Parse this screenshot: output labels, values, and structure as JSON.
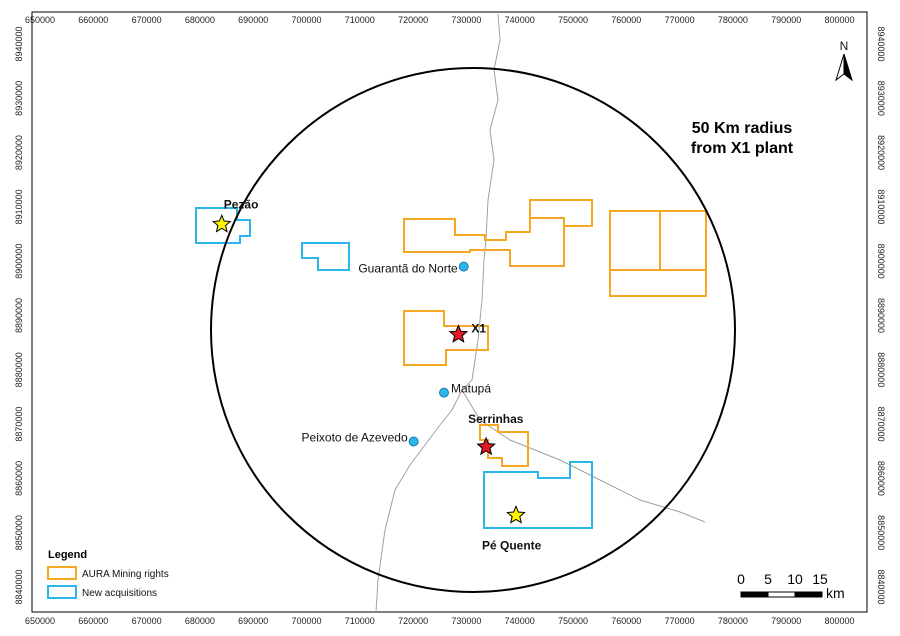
{
  "title_line1": "50 Km radius",
  "title_line2": "from X1 plant",
  "north_label": "N",
  "x_ticks": [
    "650000",
    "660000",
    "670000",
    "680000",
    "690000",
    "700000",
    "710000",
    "720000",
    "730000",
    "740000",
    "750000",
    "760000",
    "770000",
    "780000",
    "790000",
    "800000"
  ],
  "y_ticks": [
    "8940000",
    "8930000",
    "8920000",
    "8910000",
    "8900000",
    "8890000",
    "8880000",
    "8870000",
    "8860000",
    "8850000",
    "8840000"
  ],
  "towns": [
    {
      "name": "Guarantã do Norte",
      "x": 729500,
      "y": 8899000
    },
    {
      "name": "Matupá",
      "x": 725800,
      "y": 8875800
    },
    {
      "name": "Peixoto de Azevedo",
      "x": 720100,
      "y": 8866800
    }
  ],
  "plant": {
    "name": "X1",
    "x": 728500,
    "y": 8886500
  },
  "projects": [
    {
      "name": "Serrinhas",
      "x": 733700,
      "y": 8865800,
      "marker": "red-star"
    },
    {
      "name": "Pezão",
      "x": 684100,
      "y": 8906800,
      "marker": "yellow-star"
    },
    {
      "name": "Pé Quente",
      "x": 739300,
      "y": 8853200,
      "marker": "yellow-star"
    }
  ],
  "legend": {
    "title": "Legend",
    "items": [
      {
        "label": "AURA Mining rights",
        "color": "#f7a823"
      },
      {
        "label": "New acquisitions",
        "color": "#2bb6ea"
      }
    ]
  },
  "scale_bar": {
    "labels": [
      "0",
      "5",
      "10",
      "15"
    ],
    "unit": "km"
  },
  "colors": {
    "aura": "#f7a823",
    "new": "#2bb6ea",
    "road": "#a0a0a0",
    "town": "#2bb6ea"
  }
}
